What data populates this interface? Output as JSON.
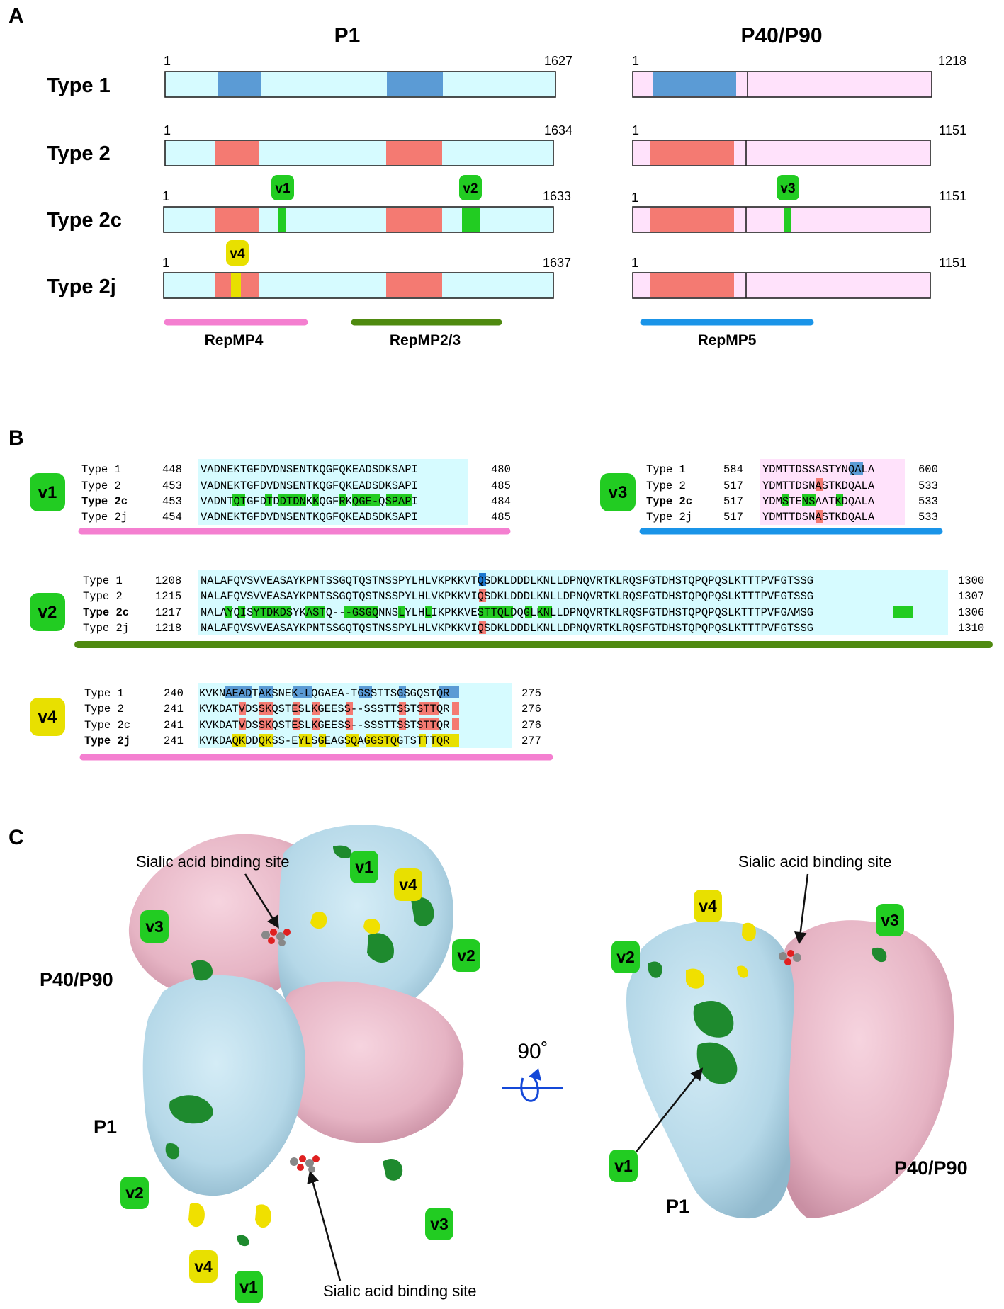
{
  "panels": {
    "a": "A",
    "b": "B",
    "c": "C"
  },
  "panel_a": {
    "headers": {
      "p1": "P1",
      "p40": "P40/P90"
    },
    "rows": [
      {
        "label": "Type 1",
        "p1_start": "1",
        "p1_end": "1627",
        "p40_start": "1",
        "p40_end": "1218"
      },
      {
        "label": "Type 2",
        "p1_start": "1",
        "p1_end": "1634",
        "p40_start": "1",
        "p40_end": "1151"
      },
      {
        "label": "Type 2c",
        "p1_start": "1",
        "p1_end": "1633",
        "p40_start": "1",
        "p40_end": "1151"
      },
      {
        "label": "Type 2j",
        "p1_start": "1",
        "p1_end": "1637",
        "p40_start": "1",
        "p40_end": "1151"
      }
    ],
    "badges": {
      "v1": "v1",
      "v2": "v2",
      "v3": "v3",
      "v4": "v4"
    },
    "repmp": {
      "rep4": "RepMP4",
      "rep23": "RepMP2/3",
      "rep5": "RepMP5"
    },
    "colors": {
      "p1_fill": "#d6fbff",
      "p40_fill": "#ffe2fb",
      "type1_region": "#5b9bd5",
      "type2_region": "#f47a72",
      "variant_green": "#22cc22",
      "variant_yellow": "#e8e000",
      "rep4": "#f47fd0",
      "rep23": "#4f8a10",
      "rep5": "#1a94e8"
    }
  },
  "panel_b": {
    "v1": {
      "badge": "v1",
      "rows": [
        {
          "name": "Type 1",
          "start": "448",
          "seq": "VADNEKTGFDVDNSENTKQGFQKEADSDKSAPI",
          "end": "480"
        },
        {
          "name": "Type 2",
          "start": "453",
          "seq": "VADNEKTGFDVDNSENTKQGFQKEADSDKSAPI",
          "end": "485"
        },
        {
          "name": "Type 2c",
          "start": "453",
          "seq": "VADNTQTGFDTDDTDNKKQGFRKQGE-QSPAPI",
          "end": "484"
        },
        {
          "name": "Type 2j",
          "start": "454",
          "seq": "VADNEKTGFDVDNSENTKQGFQKEADSDKSAPI",
          "end": "485"
        }
      ]
    },
    "v3": {
      "badge": "v3",
      "rows": [
        {
          "name": "Type 1",
          "start": "584",
          "seq": "YDMTTDSSASTYNQALA",
          "end": "600"
        },
        {
          "name": "Type 2",
          "start": "517",
          "seq": "YDMTTDSNASTKDQALA",
          "end": "533"
        },
        {
          "name": "Type 2c",
          "start": "517",
          "seq": "YDMSTENSAATKDQALA",
          "end": "533"
        },
        {
          "name": "Type 2j",
          "start": "517",
          "seq": "YDMTTDSNASTKDQALA",
          "end": "533"
        }
      ]
    },
    "v2": {
      "badge": "v2",
      "rows": [
        {
          "name": "Type 1",
          "start": "1208",
          "seq": "NALAFQVSVVEASAYKPNTSSGQTQSTNSSPYLHLVKPKKVTQSDKLDDDLKNLLDPNQVRTKLRQSFGTDHSTQPQPQSLKTTTPVFGTSSG",
          "end": "1300"
        },
        {
          "name": "Type 2",
          "start": "1215",
          "seq": "NALAFQVSVVEASAYKPNTSSGQTQSTNSSPYLHLVKPKKVIQSDKLDDDLKNLLDPNQVRTKLRQSFGTDHSTQPQPQSLKTTTPVFGTSSG",
          "end": "1307"
        },
        {
          "name": "Type 2c",
          "start": "1217",
          "seq": "NALAYQISYTDKDSYKASTQ---GSGQNNSLYLHLIKPKKVESTTQLDQGLKNLLDPNQVRTKLRQSFGTDHSTQPQPQSLKTTTPVFGAMSG",
          "end": "1306"
        },
        {
          "name": "Type 2j",
          "start": "1218",
          "seq": "NALAFQVSVVEASAYKPNTSSGQTQSTNSSPYLHLVKPKKVIQSDKLDDDLKNLLDPNQVRTKLRQSFGTDHSTQPQPQSLKTTTPVFGTSSG",
          "end": "1310"
        }
      ]
    },
    "v4": {
      "badge": "v4",
      "rows": [
        {
          "name": "Type 1",
          "start": "240",
          "seq": "KVKNAEADTAKSNEK-LQGAEA-TGSSTTSGSGQSTQR",
          "end": "275"
        },
        {
          "name": "Type 2",
          "start": "241",
          "seq": "KVKDATVDSSKQSTESLKGEESS--SSSTTSSTSTTQR",
          "end": "276"
        },
        {
          "name": "Type 2c",
          "start": "241",
          "seq": "KVKDATVDSSKQSTESLKGEESS--SSSTTSSTSTTQR",
          "end": "276"
        },
        {
          "name": "Type 2j",
          "start": "241",
          "seq": "KVKDAQKDDQKSS-EYLSGEAGSQAGGSTQGTSTTTQR",
          "end": "277"
        }
      ]
    }
  },
  "panel_c": {
    "site_label": "Sialic acid binding site",
    "rotation": "90˚",
    "labels": {
      "p1": "P1",
      "p40": "P40/P90"
    },
    "badges": {
      "v1": "v1",
      "v2": "v2",
      "v3": "v3",
      "v4": "v4"
    },
    "colors": {
      "p1_surface": "#b8dceb",
      "p40_surface": "#e8b8c8",
      "green_patch": "#1e8a2e",
      "yellow_patch": "#f0e000",
      "rotation_arrow": "#1448d8"
    }
  }
}
